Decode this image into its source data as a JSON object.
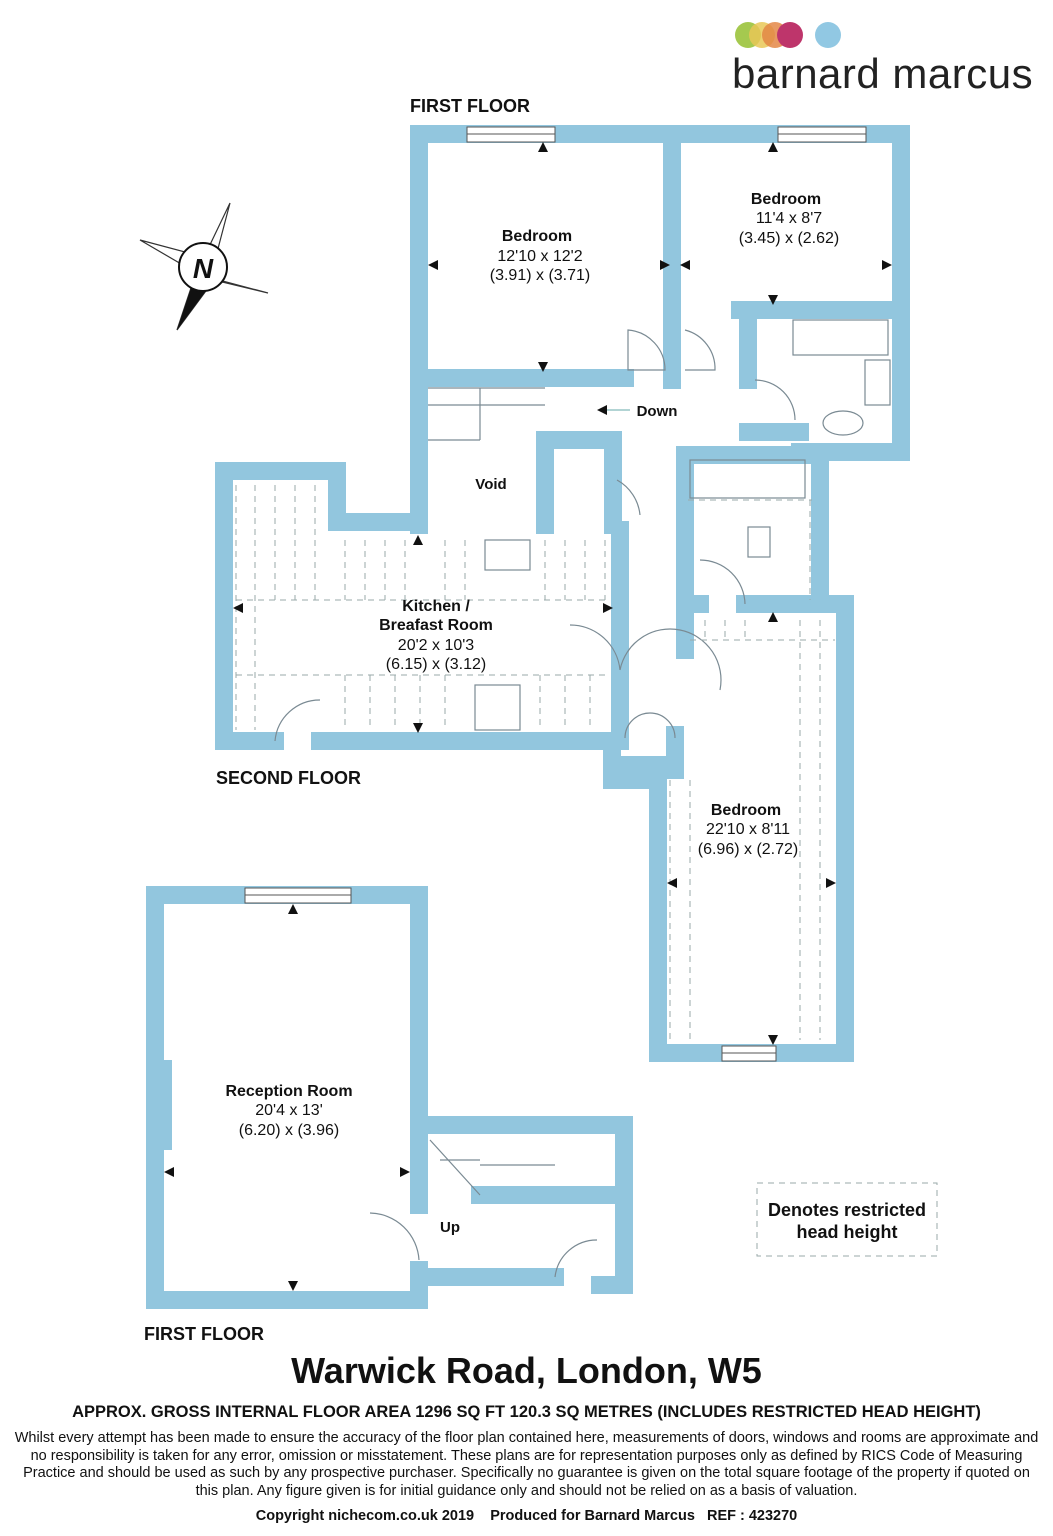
{
  "brand": {
    "name": "barnard marcus",
    "dot_colors": [
      "#9cc43c",
      "#e6c244",
      "#e07a32",
      "#b8205c",
      "#86c3e0"
    ]
  },
  "colors": {
    "wall": "#92c6de"
  },
  "floors": {
    "first_floor_top": "FIRST FLOOR",
    "second_floor": "SECOND FLOOR",
    "first_floor_bottom": "FIRST FLOOR"
  },
  "rooms": {
    "bedroom1": {
      "name": "Bedroom",
      "imperial": "12'10 x 12'2",
      "metric": "(3.91) x (3.71)"
    },
    "bedroom2": {
      "name": "Bedroom",
      "imperial": "11'4 x 8'7",
      "metric": "(3.45) x (2.62)"
    },
    "kitchen": {
      "name1": "Kitchen /",
      "name2": "Breafast Room",
      "imperial": "20'2 x 10'3",
      "metric": "(6.15) x (3.12)"
    },
    "bedroom3": {
      "name": "Bedroom",
      "imperial": "22'10 x 8'11",
      "metric": "(6.96) x (2.72)"
    },
    "reception": {
      "name": "Reception Room",
      "imperial": "20'4 x 13'",
      "metric": "(6.20) x (3.96)"
    },
    "void": "Void",
    "down": "Down",
    "up": "Up"
  },
  "compass": {
    "label": "N"
  },
  "legend": {
    "line1": "Denotes restricted",
    "line2": "head height"
  },
  "footer": {
    "title": "Warwick Road, London, W5",
    "area": "APPROX. GROSS INTERNAL FLOOR AREA 1296 SQ FT 120.3 SQ METRES (INCLUDES RESTRICTED HEAD HEIGHT)",
    "disclaimer": "Whilst every attempt has been made to ensure the accuracy of the floor plan contained here, measurements of doors, windows and rooms are approximate and no responsibility is taken for any error, omission or misstatement. These plans are for representation purposes only as defined by RICS Code of Measuring Practice and should be used as such by any prospective purchaser.  Specifically no guarantee is given on the total square footage of the property if quoted on this plan. Any figure given is for initial guidance only and should not be relied on as a basis of valuation.",
    "copyright": "Copyright nichecom.co.uk 2019    Produced for Barnard Marcus   REF : 423270"
  }
}
